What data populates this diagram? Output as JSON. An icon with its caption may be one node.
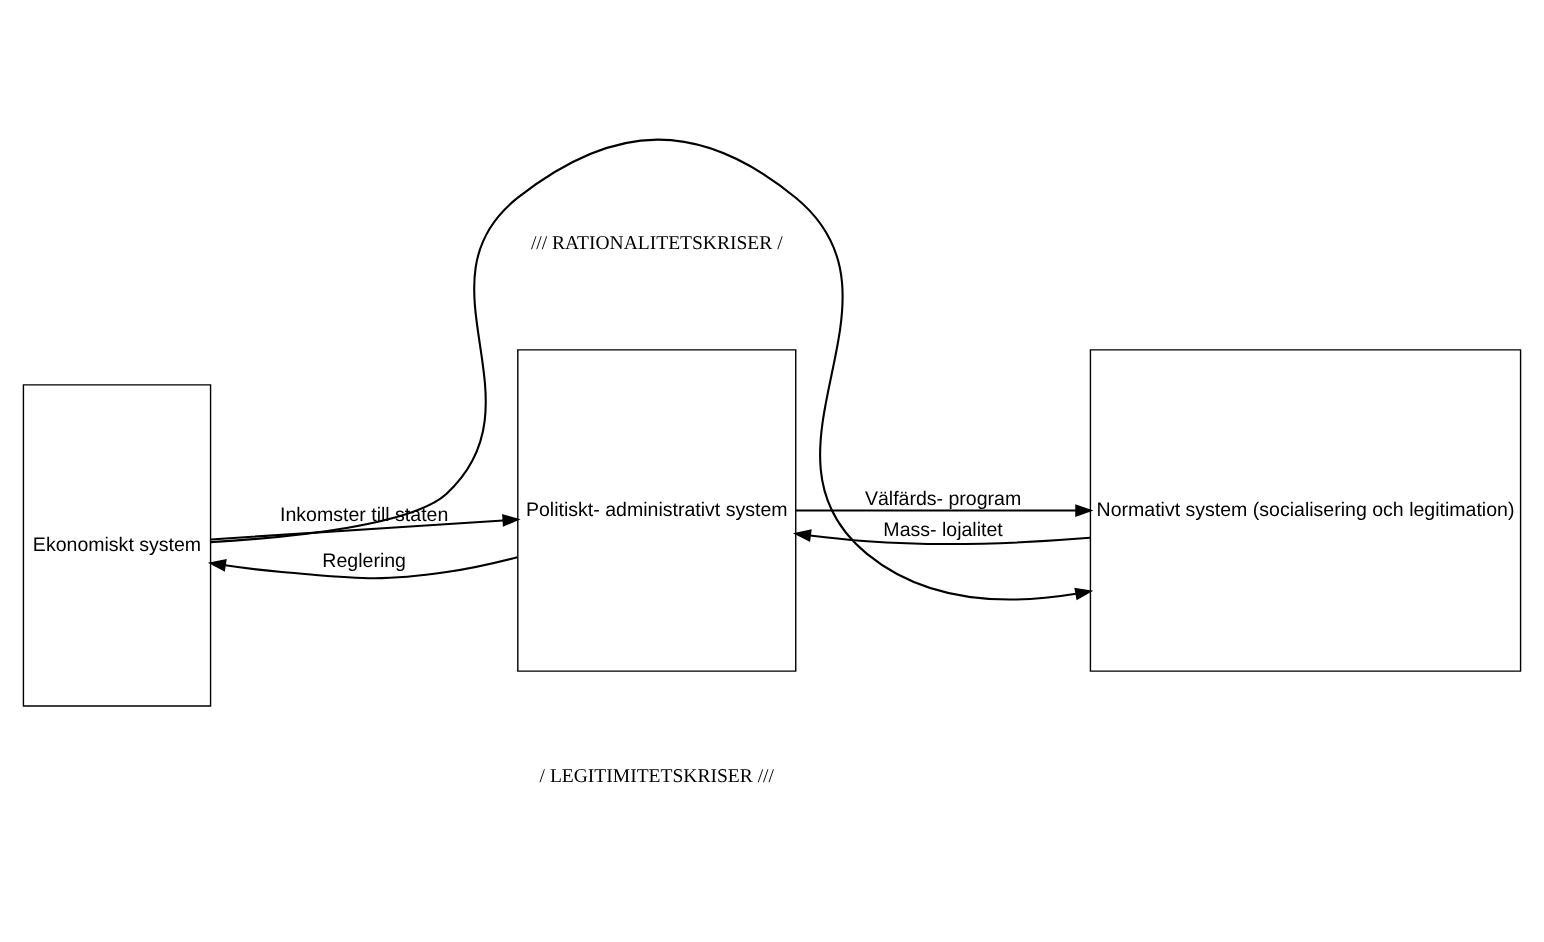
{
  "diagram": {
    "nodes": [
      {
        "text": [
          "Ekonomiskt system"
        ]
      },
      {
        "text": [
          "Politiskt- administrativt system"
        ]
      },
      {
        "text": [
          "Normativt system (socialisering och legitimation)"
        ]
      }
    ],
    "edges": [
      {
        "from": 1,
        "to": 0,
        "arrow": "to",
        "label": "Reglering"
      },
      {
        "from": 0,
        "to": 1,
        "arrow": "to",
        "label": "Inkomster till staten"
      },
      {
        "from": 1,
        "to": 2,
        "arrow": "to",
        "label": "Välfärds- program"
      },
      {
        "from": 2,
        "to": 1,
        "arrow": "to",
        "label": "Mass- lojalitet"
      },
      {
        "from": 0,
        "to": 2,
        "arrow": "to"
      }
    ],
    "labels": [
      "/// RATIONALITETSKRISER /",
      "/ LEGITIMITETSKRISER ///"
    ]
  }
}
